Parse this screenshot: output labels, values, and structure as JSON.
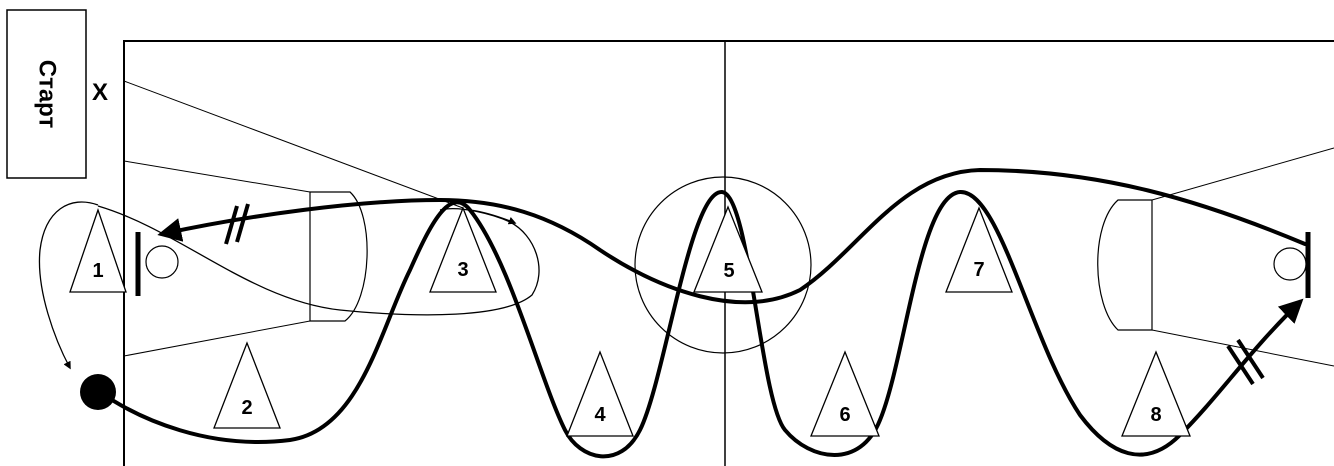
{
  "start_box": {
    "label": "Старт"
  },
  "start_mark": {
    "label": "X"
  },
  "cones": [
    {
      "label": "1"
    },
    {
      "label": "2"
    },
    {
      "label": "3"
    },
    {
      "label": "4"
    },
    {
      "label": "5"
    },
    {
      "label": "6"
    },
    {
      "label": "7"
    },
    {
      "label": "8"
    }
  ],
  "colors": {
    "line": "#000000",
    "background": "#ffffff"
  }
}
